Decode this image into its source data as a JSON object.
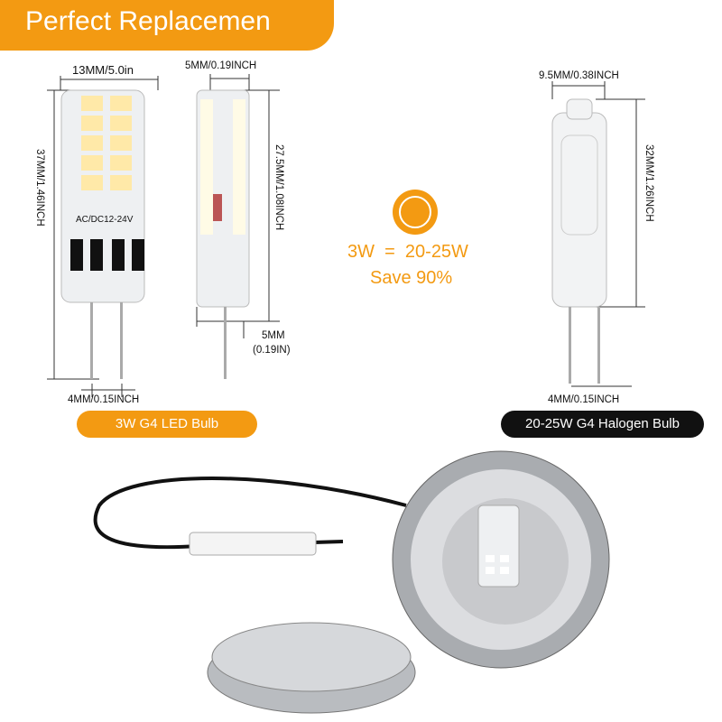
{
  "banner": {
    "title": "Perfect Replacemen"
  },
  "led_bulb": {
    "width_label": "13MM/5.0in",
    "height_label": "37MM/1.46INCH",
    "voltage_text": "AC/DC12-24V",
    "pin_label": "4MM/0.15INCH",
    "side_width_label": "5MM/0.19INCH",
    "side_height_label": "27.5MM/1.08INCH",
    "pin_spacing_label_1": "5MM",
    "pin_spacing_label_2": "(0.19IN)",
    "caption": "3W G4 LED Bulb"
  },
  "comparison": {
    "icon": "replace-cycle-icon",
    "equation": "3W  =  20-25W",
    "saving": "Save 90%"
  },
  "halogen_bulb": {
    "width_label": "9.5MM/0.38INCH",
    "height_label": "32MM/1.26INCH",
    "pin_label": "4MM/0.15INCH",
    "caption": "20-25W G4 Halogen Bulb"
  },
  "colors": {
    "accent": "#F39A12",
    "dark": "#111111"
  }
}
